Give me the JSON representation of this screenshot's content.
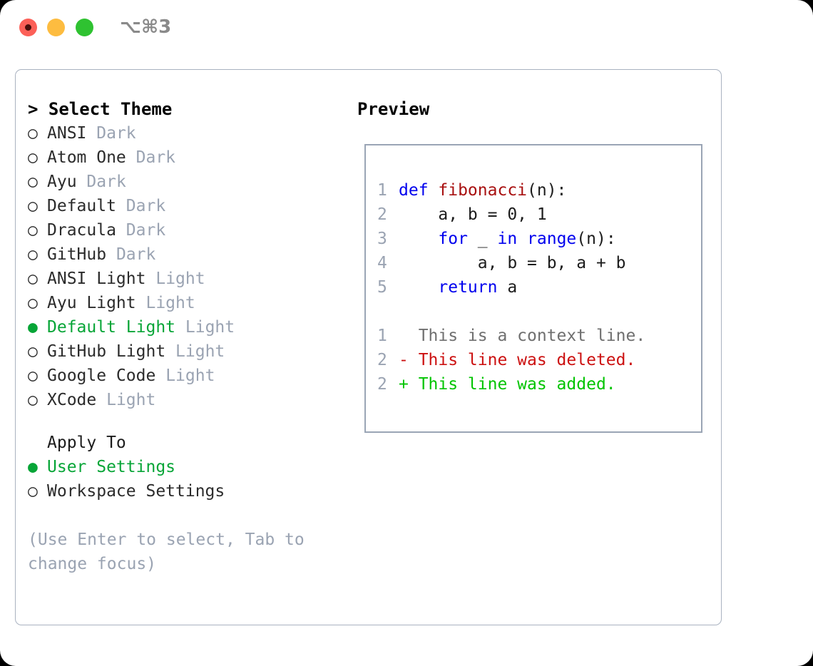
{
  "titlebar": {
    "shortcut": "⌥⌘3",
    "buttons": [
      {
        "name": "close",
        "color": "#fc6058"
      },
      {
        "name": "minimize",
        "color": "#fdbc40"
      },
      {
        "name": "zoom",
        "color": "#2fc231"
      }
    ]
  },
  "colors": {
    "accent_green": "#07a537",
    "muted": "#9aa3b2",
    "keyword_blue": "#0000ee",
    "function_red": "#a81010",
    "diff_added": "#00c400",
    "diff_deleted": "#cc1111",
    "diff_context": "#6f6f6f",
    "border": "#a9b2c0",
    "panel_border": "#9aa5b5"
  },
  "theme_picker": {
    "prompt": "> Select Theme",
    "marker_selected": "●",
    "marker_unselected": "○",
    "items": [
      {
        "label": "ANSI",
        "tag": "Dark",
        "selected": false
      },
      {
        "label": "Atom One",
        "tag": "Dark",
        "selected": false
      },
      {
        "label": "Ayu",
        "tag": "Dark",
        "selected": false
      },
      {
        "label": "Default",
        "tag": "Dark",
        "selected": false
      },
      {
        "label": "Dracula",
        "tag": "Dark",
        "selected": false
      },
      {
        "label": "GitHub",
        "tag": "Dark",
        "selected": false
      },
      {
        "label": "ANSI Light",
        "tag": "Light",
        "selected": false
      },
      {
        "label": "Ayu Light",
        "tag": "Light",
        "selected": false
      },
      {
        "label": "Default Light",
        "tag": "Light",
        "selected": true
      },
      {
        "label": "GitHub Light",
        "tag": "Light",
        "selected": false
      },
      {
        "label": "Google Code",
        "tag": "Light",
        "selected": false
      },
      {
        "label": "XCode",
        "tag": "Light",
        "selected": false
      }
    ]
  },
  "apply_to": {
    "title": "Apply To",
    "options": [
      {
        "label": "User Settings",
        "selected": true
      },
      {
        "label": "Workspace Settings",
        "selected": false
      }
    ]
  },
  "hint": "(Use Enter to select, Tab to change focus)",
  "preview": {
    "title": "Preview",
    "code_lines": [
      {
        "num": "1",
        "tokens": [
          {
            "t": "def ",
            "c": "kw"
          },
          {
            "t": "fibonacci",
            "c": "fn"
          },
          {
            "t": "(n):",
            "c": "plain"
          }
        ]
      },
      {
        "num": "2",
        "tokens": [
          {
            "t": "    a, b = 0, 1",
            "c": "plain"
          }
        ]
      },
      {
        "num": "3",
        "tokens": [
          {
            "t": "    ",
            "c": "plain"
          },
          {
            "t": "for",
            "c": "kw"
          },
          {
            "t": " _ ",
            "c": "plain"
          },
          {
            "t": "in",
            "c": "kw"
          },
          {
            "t": " ",
            "c": "plain"
          },
          {
            "t": "range",
            "c": "kw"
          },
          {
            "t": "(n):",
            "c": "plain"
          }
        ]
      },
      {
        "num": "4",
        "tokens": [
          {
            "t": "        a, b = b, a + b",
            "c": "plain"
          }
        ]
      },
      {
        "num": "5",
        "tokens": [
          {
            "t": "    ",
            "c": "plain"
          },
          {
            "t": "return",
            "c": "kw"
          },
          {
            "t": " a",
            "c": "plain"
          }
        ]
      }
    ],
    "diff_lines": [
      {
        "num": "1",
        "text": "  This is a context line.",
        "kind": "diff-ctx"
      },
      {
        "num": "2",
        "text": "- This line was deleted.",
        "kind": "diff-del"
      },
      {
        "num": "2",
        "text": "+ This line was added.",
        "kind": "diff-add"
      }
    ]
  }
}
